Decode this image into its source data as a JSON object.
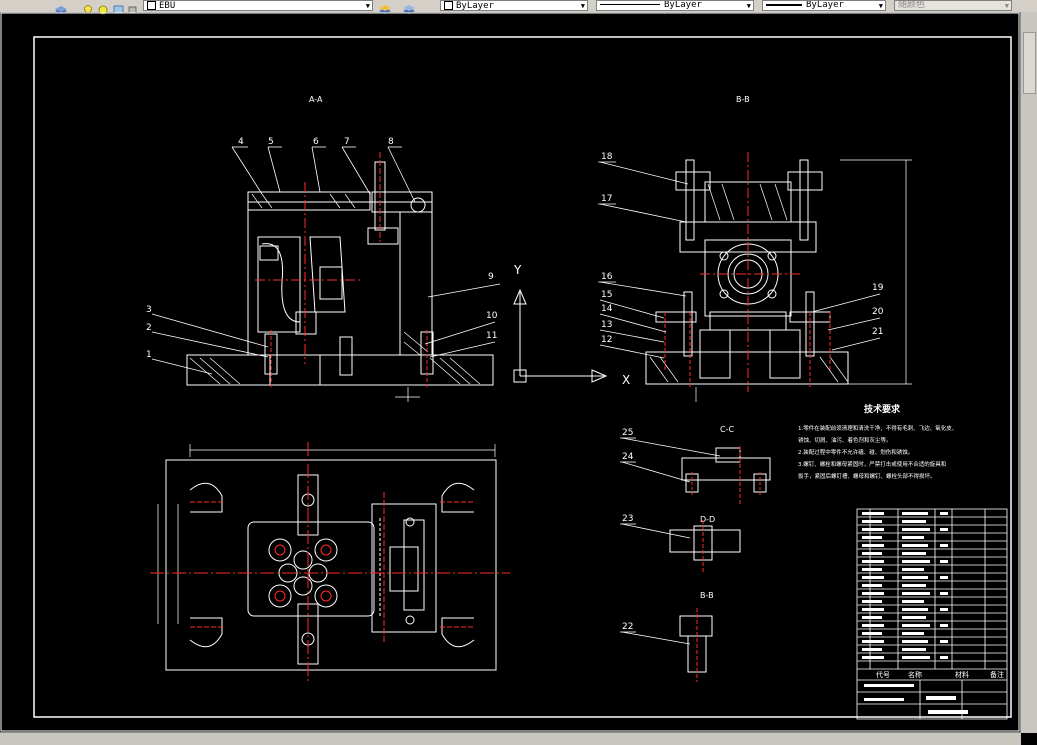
{
  "toolbar": {
    "layer_name": "EBU",
    "color_control": "ByLayer",
    "linetype_control": "ByLayer",
    "lineweight_control": "ByLayer",
    "plot_style": "随颜色"
  },
  "drawing": {
    "views": {
      "section_aa": "A-A",
      "section_bb": "B-B",
      "section_cc": "C-C",
      "section_dd": "D-D",
      "section_bb_small": "B-B"
    },
    "ucs": {
      "x_label": "X",
      "y_label": "Y"
    },
    "balloons_left": [
      "4",
      "5",
      "6",
      "7",
      "8",
      "9",
      "10",
      "11",
      "3",
      "2",
      "1"
    ],
    "balloons_right": [
      "18",
      "17",
      "16",
      "15",
      "14",
      "13",
      "12",
      "19",
      "20",
      "21"
    ],
    "balloons_lower": [
      "25",
      "24",
      "23",
      "22"
    ],
    "tech_req_title": "技术要求",
    "tech_req_lines": [
      "1.零件在装配前须清理和清洗干净，不得有毛刺、飞边、氧化皮、",
      "锈蚀、切屑、油污、着色剂和灰尘等。",
      "2.装配过程中零件不允许磕、碰、划伤和锈蚀。",
      "3.螺钉、螺栓和螺母紧固时，严禁打击或使用不合适的旋具和",
      "扳手，紧固后螺钉槽、螺母和螺钉、螺栓头部不得损坏。"
    ],
    "title_block": {
      "col_code": "代号",
      "col_name": "名称",
      "col_material": "材料",
      "col_remark": "备注"
    }
  }
}
